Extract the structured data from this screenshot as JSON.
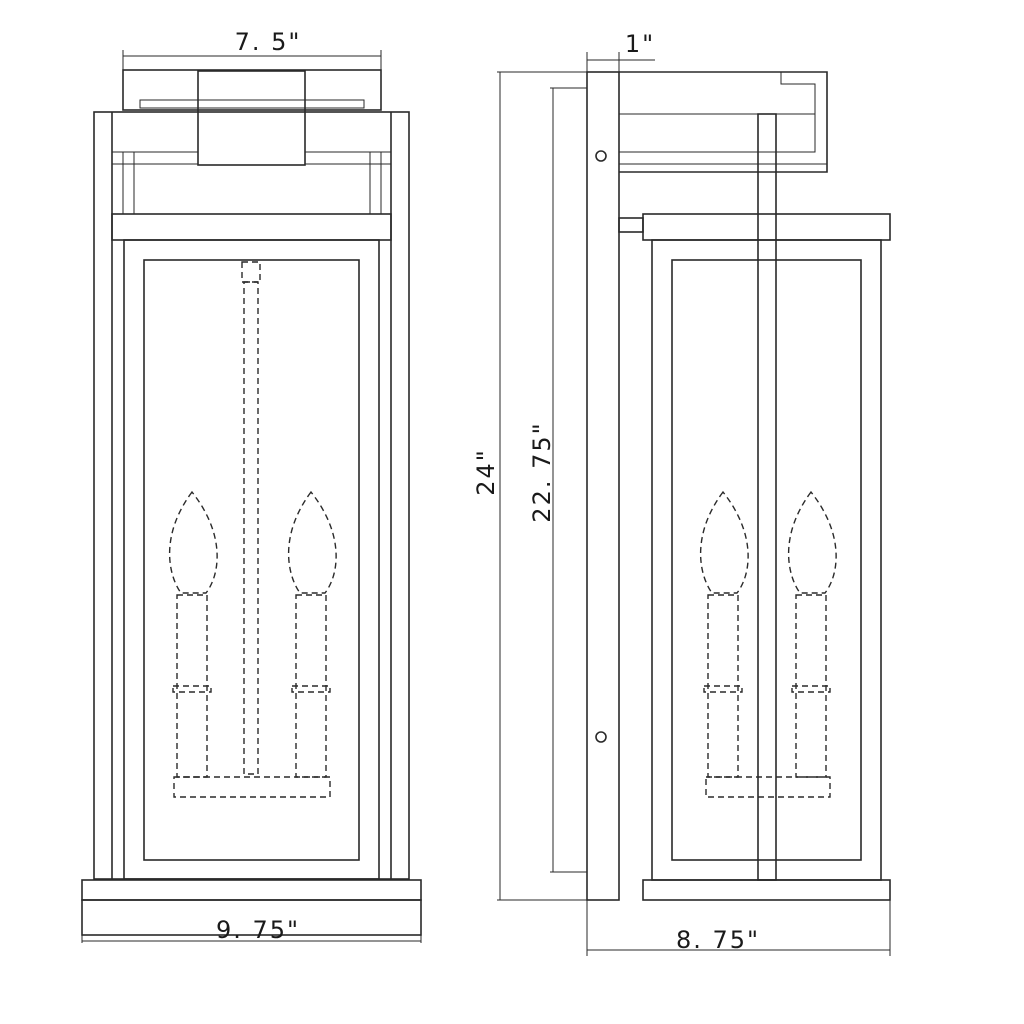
{
  "dimensions": {
    "bracket_width": "7. 5\"",
    "front_width": "9. 75\"",
    "projection": "1\"",
    "overall_height": "24\"",
    "body_height": "22. 75\"",
    "side_depth": "8. 75\""
  }
}
